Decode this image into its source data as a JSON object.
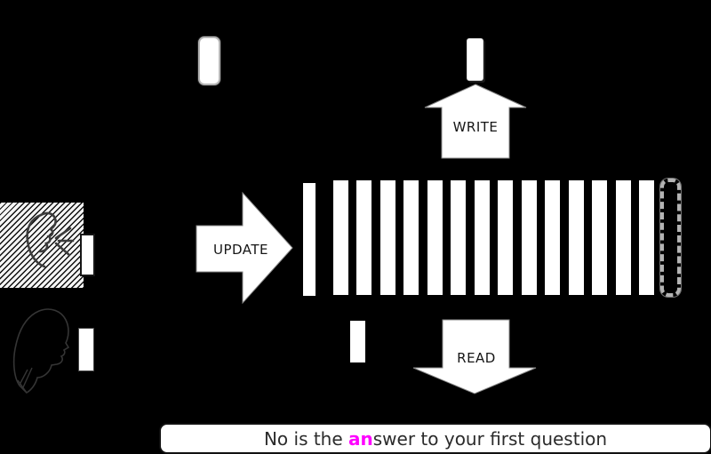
{
  "diagram": {
    "background_color": "#000000",
    "arrow_labels": {
      "update": "UPDATE",
      "write": "WRITE",
      "read": "READ"
    },
    "memory_strip": {
      "first_cell_count": 1,
      "solid_cell_count": 14,
      "ghost_cell_count": 1,
      "cell_color": "#ffffff",
      "ghost_border_color": "#b3b3b3"
    },
    "tokens": {
      "top_left_token": 1,
      "write_input_token": 1,
      "speaker_output_token": 1,
      "listener_input_token": 1,
      "read_output_token": 1,
      "token_color": "#ffffff"
    },
    "speaker": {
      "icon": "speaking-head-sketch-icon",
      "background_pattern": "diagonal-hatch"
    },
    "listener": {
      "icon": "female-profile-silhouette-icon"
    },
    "answer_box": {
      "prefix": "No is the ",
      "highlight": "an",
      "suffix": "swer to your first question",
      "full_text": "No is the answer to your first question",
      "highlight_color": "#ff00ff",
      "text_color": "#2b2b2b",
      "box_color": "#ffffff"
    },
    "colors": {
      "arrow_fill": "#ffffff",
      "arrow_edge": "#8a8a8a",
      "label_color": "#161616"
    }
  }
}
